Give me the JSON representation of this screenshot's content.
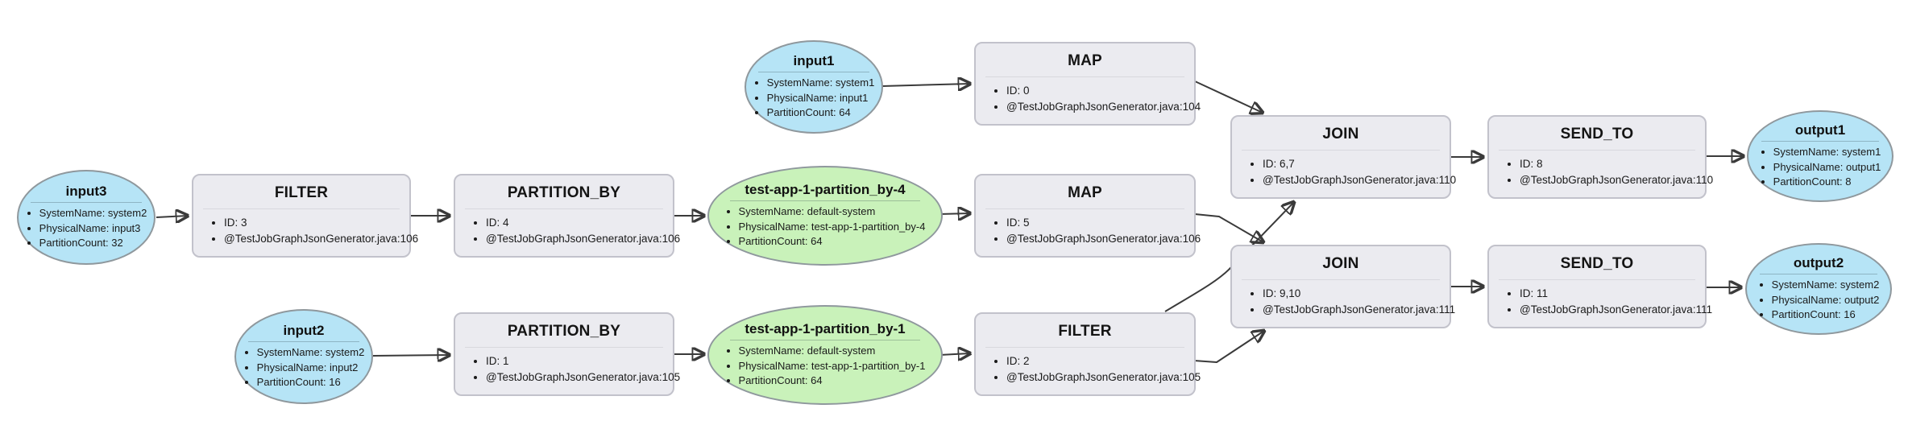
{
  "graph": {
    "palette": {
      "input_output_stream_fill": "#b6e4f6",
      "intermediate_stream_fill": "#c9f2ba",
      "operator_fill": "#ebebf0",
      "edge_color": "#3a3a3a"
    }
  },
  "nodes": {
    "input1": {
      "kind": "stream",
      "title": "input1",
      "bullets": [
        "SystemName: system1",
        "PhysicalName: input1",
        "PartitionCount: 64"
      ]
    },
    "map0": {
      "kind": "operator",
      "title": "MAP",
      "bullets": [
        "ID: 0",
        "@TestJobGraphJsonGenerator.java:104"
      ]
    },
    "input3": {
      "kind": "stream",
      "title": "input3",
      "bullets": [
        "SystemName: system2",
        "PhysicalName: input3",
        "PartitionCount: 32"
      ]
    },
    "filter3": {
      "kind": "operator",
      "title": "FILTER",
      "bullets": [
        "ID: 3",
        "@TestJobGraphJsonGenerator.java:106"
      ]
    },
    "partition_by4": {
      "kind": "operator",
      "title": "PARTITION_BY",
      "bullets": [
        "ID: 4",
        "@TestJobGraphJsonGenerator.java:106"
      ]
    },
    "stream_partition_by_4": {
      "kind": "stream",
      "title": "test-app-1-partition_by-4",
      "bullets": [
        "SystemName: default-system",
        "PhysicalName: test-app-1-partition_by-4",
        "PartitionCount: 64"
      ]
    },
    "map5": {
      "kind": "operator",
      "title": "MAP",
      "bullets": [
        "ID: 5",
        "@TestJobGraphJsonGenerator.java:106"
      ]
    },
    "join67": {
      "kind": "operator",
      "title": "JOIN",
      "bullets": [
        "ID: 6,7",
        "@TestJobGraphJsonGenerator.java:110"
      ]
    },
    "sendto8": {
      "kind": "operator",
      "title": "SEND_TO",
      "bullets": [
        "ID: 8",
        "@TestJobGraphJsonGenerator.java:110"
      ]
    },
    "output1": {
      "kind": "stream",
      "title": "output1",
      "bullets": [
        "SystemName: system1",
        "PhysicalName: output1",
        "PartitionCount: 8"
      ]
    },
    "input2": {
      "kind": "stream",
      "title": "input2",
      "bullets": [
        "SystemName: system2",
        "PhysicalName: input2",
        "PartitionCount: 16"
      ]
    },
    "partition_by1": {
      "kind": "operator",
      "title": "PARTITION_BY",
      "bullets": [
        "ID: 1",
        "@TestJobGraphJsonGenerator.java:105"
      ]
    },
    "stream_partition_by_1": {
      "kind": "stream",
      "title": "test-app-1-partition_by-1",
      "bullets": [
        "SystemName: default-system",
        "PhysicalName: test-app-1-partition_by-1",
        "PartitionCount: 64"
      ]
    },
    "filter2": {
      "kind": "operator",
      "title": "FILTER",
      "bullets": [
        "ID: 2",
        "@TestJobGraphJsonGenerator.java:105"
      ]
    },
    "join910": {
      "kind": "operator",
      "title": "JOIN",
      "bullets": [
        "ID: 9,10",
        "@TestJobGraphJsonGenerator.java:111"
      ]
    },
    "sendto11": {
      "kind": "operator",
      "title": "SEND_TO",
      "bullets": [
        "ID: 11",
        "@TestJobGraphJsonGenerator.java:111"
      ]
    },
    "output2": {
      "kind": "stream",
      "title": "output2",
      "bullets": [
        "SystemName: system2",
        "PhysicalName: output2",
        "PartitionCount: 16"
      ]
    }
  },
  "edges": [
    {
      "from": "input1",
      "to": "map0"
    },
    {
      "from": "map0",
      "to": "join67"
    },
    {
      "from": "input3",
      "to": "filter3"
    },
    {
      "from": "filter3",
      "to": "partition_by4"
    },
    {
      "from": "partition_by4",
      "to": "stream_partition_by_4"
    },
    {
      "from": "stream_partition_by_4",
      "to": "map5"
    },
    {
      "from": "map5",
      "to": "join910"
    },
    {
      "from": "input2",
      "to": "partition_by1"
    },
    {
      "from": "partition_by1",
      "to": "stream_partition_by_1"
    },
    {
      "from": "stream_partition_by_1",
      "to": "filter2"
    },
    {
      "from": "filter2",
      "to": "join67"
    },
    {
      "from": "filter2",
      "to": "join910"
    },
    {
      "from": "join67",
      "to": "sendto8"
    },
    {
      "from": "sendto8",
      "to": "output1"
    },
    {
      "from": "join910",
      "to": "sendto11"
    },
    {
      "from": "sendto11",
      "to": "output2"
    }
  ]
}
